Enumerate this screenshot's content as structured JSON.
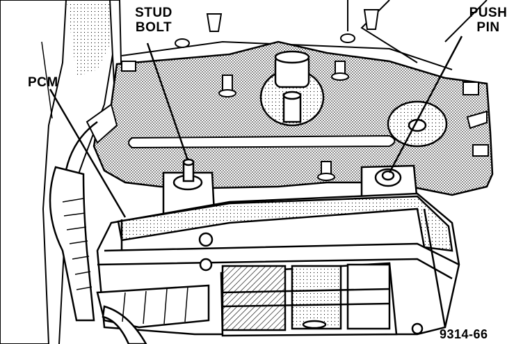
{
  "labels": {
    "stud_bolt_line1": "STUD",
    "stud_bolt_line2": "BOLT",
    "push_pin_line1": "PUSH",
    "push_pin_line2": "PIN",
    "pcm": "PCM",
    "figure_number": "9314-66"
  }
}
